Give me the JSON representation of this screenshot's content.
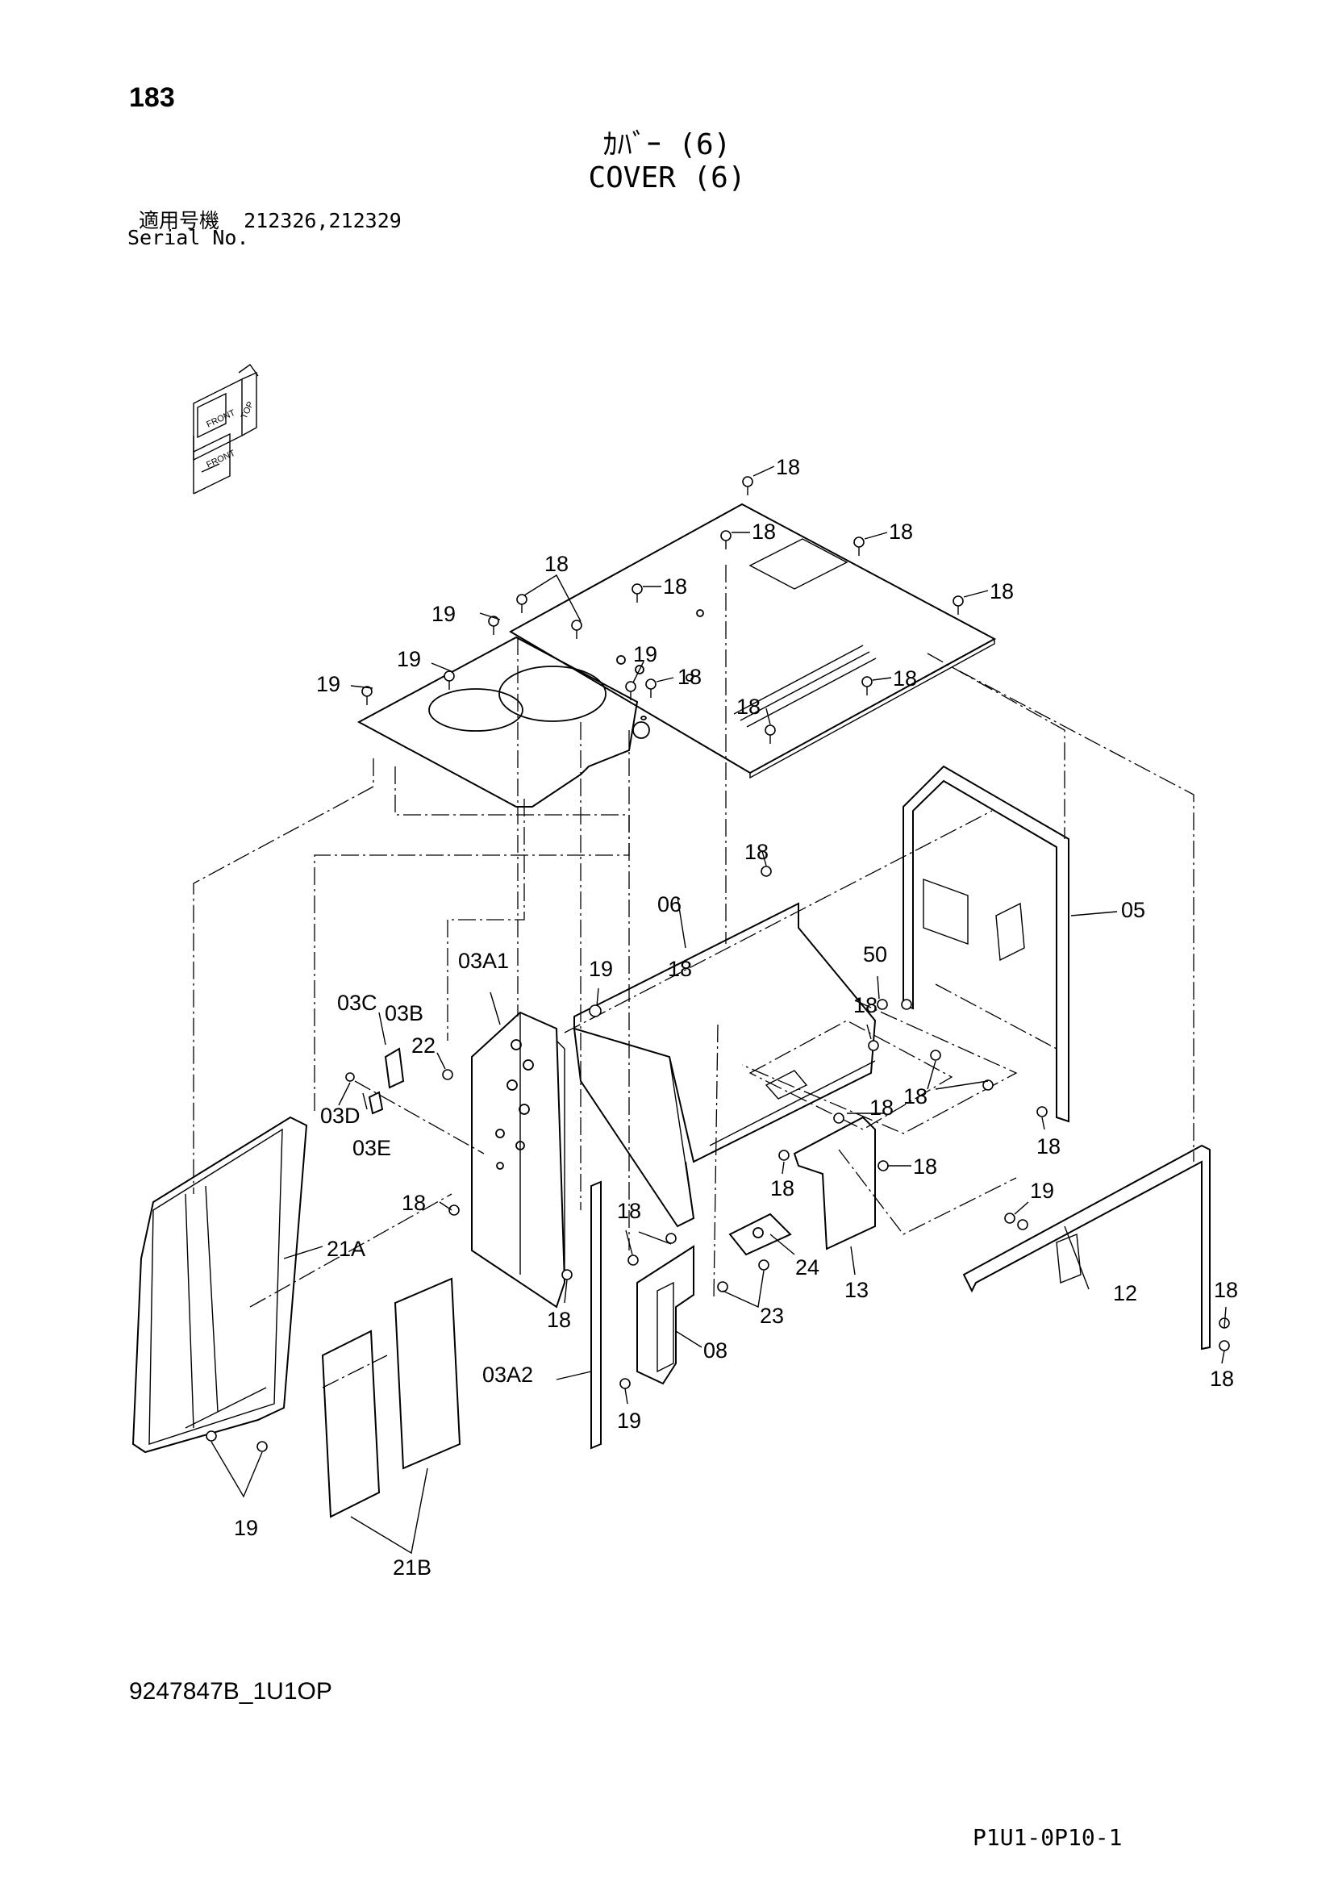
{
  "header": {
    "page_number": "183",
    "title_ja": "ｶﾊﾞｰ (6)",
    "title_en": "COVER (6)",
    "serial_label_ja": "適用号機",
    "serial_numbers": "212326,212329",
    "serial_label_en": "Serial No."
  },
  "orientation_icon": {
    "labels": [
      "TOP",
      "FRONT",
      "FRONT"
    ]
  },
  "callouts": [
    "18",
    "18",
    "18",
    "18",
    "18",
    "18",
    "18",
    "18",
    "18",
    "18",
    "19",
    "19",
    "19",
    "19",
    "18",
    "05",
    "06",
    "18",
    "50",
    "03A1",
    "19",
    "03C",
    "03B",
    "22",
    "18",
    "03D",
    "03E",
    "18",
    "18",
    "18",
    "18",
    "18",
    "19",
    "21A",
    "18",
    "18",
    "24",
    "13",
    "12",
    "18",
    "23",
    "03A2",
    "08",
    "19",
    "18",
    "19",
    "21B"
  ],
  "footer": {
    "drawing_number": "9247847B_1U1OP",
    "sheet_id": "P1U1-0P10-1"
  }
}
